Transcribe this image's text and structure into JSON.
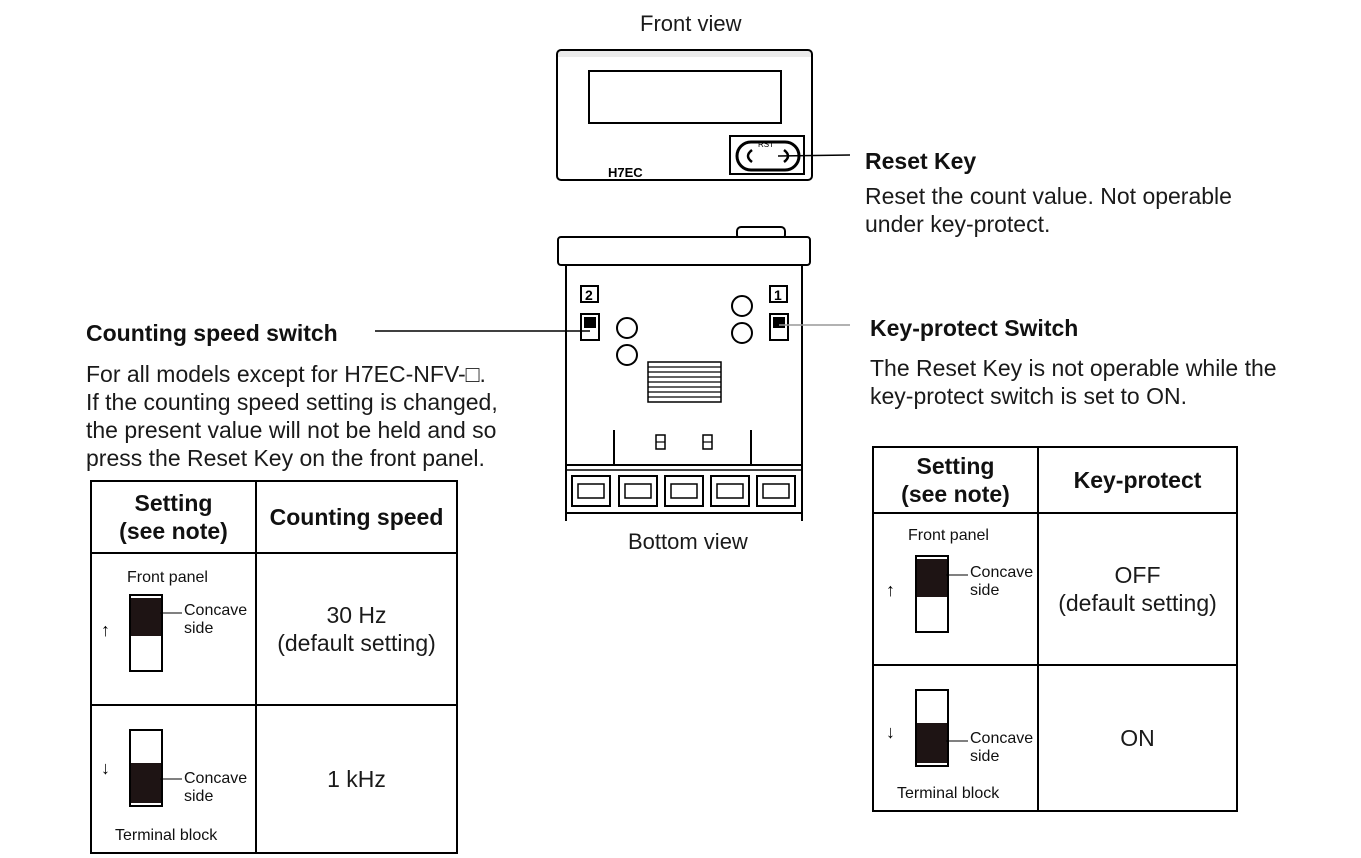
{
  "front_view": {
    "caption": "Front view",
    "model_label": "H7EC",
    "reset_button_label": "RST"
  },
  "bottom_view": {
    "caption": "Bottom view",
    "switch_2_number": "2",
    "switch_1_number": "1"
  },
  "reset_key": {
    "title": "Reset Key",
    "description_lines": [
      "Reset the count value. Not operable",
      "under key-protect."
    ]
  },
  "counting_speed_switch": {
    "title": "Counting speed switch",
    "description_lines": [
      "For all models except for H7EC-NFV-□.",
      "If the counting speed setting is changed,",
      "the present value will not be held and so",
      "press the Reset Key on the front panel."
    ],
    "table": {
      "header_setting_lines": [
        "Setting",
        "(see note)"
      ],
      "header_value": "Counting speed",
      "top_label": "Front panel",
      "bottom_label": "Terminal block",
      "concave_label_lines": [
        "Concave",
        "side"
      ],
      "rows": [
        {
          "switch_position": "up",
          "value_lines": [
            "30 Hz",
            "(default setting)"
          ]
        },
        {
          "switch_position": "down",
          "value_lines": [
            "1 kHz"
          ]
        }
      ]
    }
  },
  "key_protect_switch": {
    "title": "Key-protect Switch",
    "description_lines": [
      "The Reset Key is not operable while the",
      "key-protect switch is set to ON."
    ],
    "table": {
      "header_setting_lines": [
        "Setting",
        "(see note)"
      ],
      "header_value": "Key-protect",
      "top_label": "Front panel",
      "bottom_label": "Terminal block",
      "concave_label_lines": [
        "Concave",
        "side"
      ],
      "rows": [
        {
          "switch_position": "up",
          "value_lines": [
            "OFF",
            "(default setting)"
          ]
        },
        {
          "switch_position": "down",
          "value_lines": [
            "ON"
          ]
        }
      ]
    }
  },
  "arrows": {
    "up": "↑",
    "down": "↓"
  }
}
